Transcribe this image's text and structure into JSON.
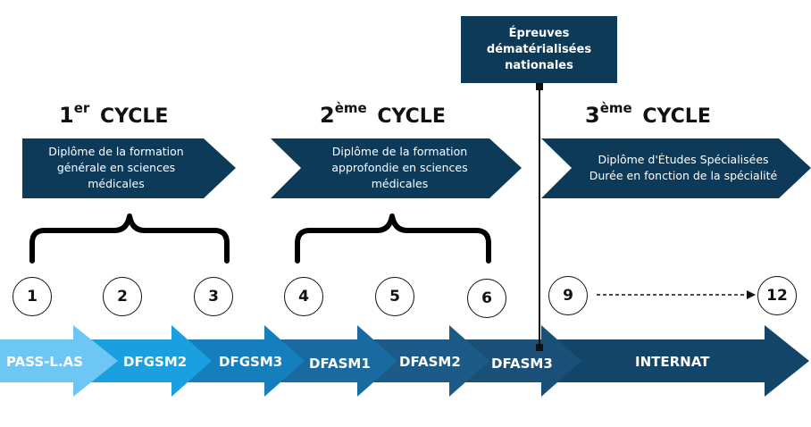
{
  "exam_box": {
    "lines": [
      "Épreuves",
      "dématérialisées",
      "nationales"
    ]
  },
  "cycles": [
    {
      "num": "1",
      "sup": "er",
      "word": "CYCLE",
      "box_lines": [
        "Diplôme de la formation",
        "générale en sciences",
        "médicales"
      ]
    },
    {
      "num": "2",
      "sup": "ème",
      "word": "CYCLE",
      "box_lines": [
        "Diplôme de la formation",
        "approfondie en sciences",
        "médicales"
      ]
    },
    {
      "num": "3",
      "sup": "ème",
      "word": "CYCLE",
      "box_lines": [
        "Diplôme d'Études Spécialisées",
        "Durée en fonction de la spécialité"
      ]
    }
  ],
  "steps": [
    "1",
    "2",
    "3",
    "4",
    "5",
    "6",
    "9",
    "12"
  ],
  "stages": [
    "PASS-L.AS",
    "DFGSM2",
    "DFGSM3",
    "DFASM1",
    "DFASM2",
    "DFASM3",
    "INTERNAT"
  ],
  "colors": {
    "dark_navy": "#0e3a5a",
    "stage_1": "#6ec6f5",
    "stage_2": "#1a9fe0",
    "stage_3": "#157fbe",
    "stage_4": "#196aa0",
    "stage_5": "#1c5a87",
    "stage_6": "#1a4f78",
    "stage_7": "#124568"
  }
}
